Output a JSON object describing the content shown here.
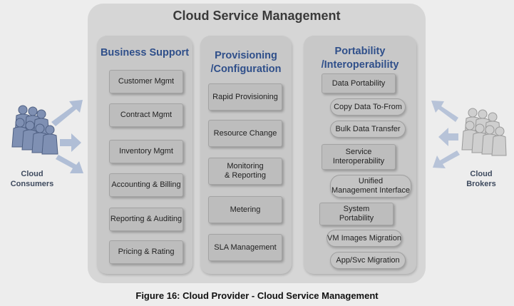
{
  "title": "Cloud Service Management",
  "columns": {
    "business": {
      "title": "Business Support",
      "items": [
        "Customer Mgmt",
        "Contract Mgmt",
        "Inventory Mgmt",
        "Accounting & Billing",
        "Reporting & Auditing",
        "Pricing & Rating"
      ]
    },
    "provisioning": {
      "title_line1": "Provisioning",
      "title_line2": "/Configuration",
      "items": [
        "Rapid Provisioning",
        "Resource Change",
        "Monitoring",
        "& Reporting",
        "Metering",
        "SLA Management"
      ]
    },
    "portability": {
      "title_line1": "Portability",
      "title_line2": "/Interoperability",
      "data_portability": "Data Portability",
      "copy_data": "Copy Data To-From",
      "bulk_transfer": "Bulk Data Transfer",
      "service_interop_line1": "Service",
      "service_interop_line2": "Interoperability",
      "unified_line1": "Unified",
      "unified_line2": "Management Interface",
      "system_portability_line1": "System",
      "system_portability_line2": "Portability",
      "vm_migration": "VM Images Migration",
      "app_migration": "App/Svc Migration"
    }
  },
  "left_actor": {
    "line1": "Cloud",
    "line2": "Consumers"
  },
  "right_actor": {
    "line1": "Cloud",
    "line2": "Brokers"
  },
  "caption": "Figure 16: Cloud Provider - Cloud Service Management",
  "colors": {
    "consumer_people": "#7f90b3",
    "broker_people": "#cfcfcf",
    "arrow_left": "#b0bed6",
    "arrow_right": "#b7c3d8",
    "column_title": "#2f4f8a"
  }
}
